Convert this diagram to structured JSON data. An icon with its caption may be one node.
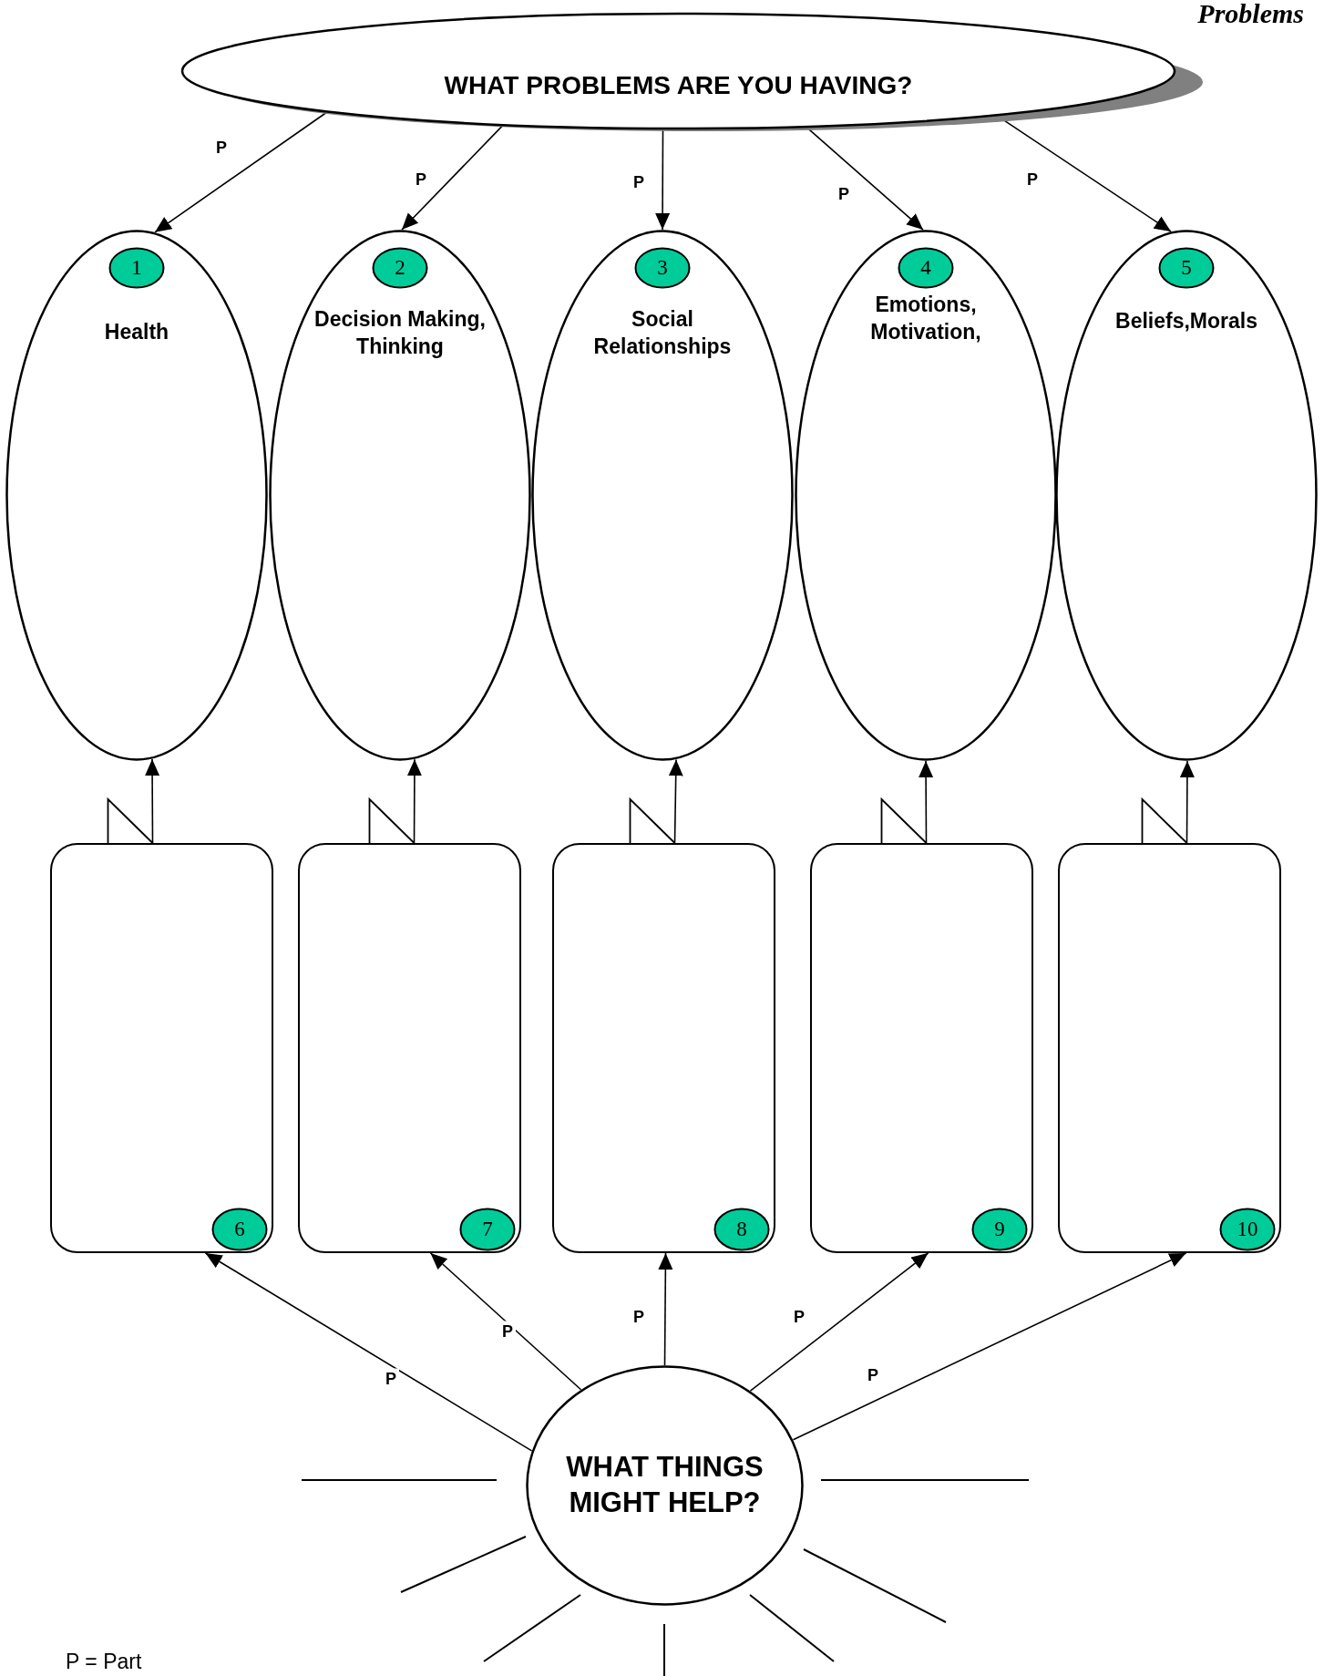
{
  "diagram": {
    "nodes": [
      {
        "text": [
          "WHAT PROBLEMS ARE YOU HAVING?"
        ]
      },
      {
        "text": [
          "Health"
        ]
      },
      {
        "text": [
          "1"
        ],
        "in": 1
      },
      {
        "text": [
          "Decision Making, Thinking"
        ]
      },
      {
        "text": [
          "2"
        ],
        "in": 3
      },
      {
        "text": [
          "Social Relationships"
        ]
      },
      {
        "text": [
          "3"
        ],
        "in": 5
      },
      {
        "text": [
          "Emotions, Motivation,"
        ]
      },
      {
        "text": [
          "4"
        ],
        "in": 7
      },
      {
        "text": [
          "Beliefs,Morals"
        ]
      },
      {
        "text": [
          "5"
        ],
        "in": 9
      },
      {
        "text": [],
        "shape": "box"
      },
      {
        "text": [
          "6"
        ],
        "in": 11
      },
      {
        "text": [],
        "shape": "box"
      },
      {
        "text": [
          "7"
        ],
        "in": 13
      },
      {
        "text": [],
        "shape": "box"
      },
      {
        "text": [
          "8"
        ],
        "in": 15
      },
      {
        "text": [],
        "shape": "box"
      },
      {
        "text": [
          "9"
        ],
        "in": 17
      },
      {
        "text": [],
        "shape": "box"
      },
      {
        "text": [
          "10"
        ],
        "in": 19
      },
      {
        "text": [
          "WHAT THINGS MIGHT HELP?"
        ]
      }
    ],
    "edges": [
      {
        "from": 0,
        "to": 1,
        "arrow": "to",
        "label": "P"
      },
      {
        "from": 0,
        "to": 3,
        "arrow": "to",
        "label": "P"
      },
      {
        "from": 0,
        "to": 5,
        "arrow": "to",
        "label": "P"
      },
      {
        "from": 0,
        "to": 7,
        "arrow": "to",
        "label": "P"
      },
      {
        "from": 0,
        "to": 9,
        "arrow": "to",
        "label": "P"
      },
      {
        "from": 11,
        "to": 1,
        "arrow": "to"
      },
      {
        "from": 13,
        "to": 3,
        "arrow": "to"
      },
      {
        "from": 15,
        "to": 5,
        "arrow": "to"
      },
      {
        "from": 17,
        "to": 7,
        "arrow": "to"
      },
      {
        "from": 19,
        "to": 9,
        "arrow": "to"
      },
      {
        "from": 21,
        "to": 11,
        "arrow": "to",
        "label": "P"
      },
      {
        "from": 21,
        "to": 13,
        "arrow": "to",
        "label": "P"
      },
      {
        "from": 21,
        "to": 15,
        "arrow": "to",
        "label": "P"
      },
      {
        "from": 21,
        "to": 17,
        "arrow": "to",
        "label": "P"
      },
      {
        "from": 21,
        "to": 19,
        "arrow": "to",
        "label": "P"
      }
    ],
    "labels": [
      "Problems",
      "P = Part"
    ]
  }
}
